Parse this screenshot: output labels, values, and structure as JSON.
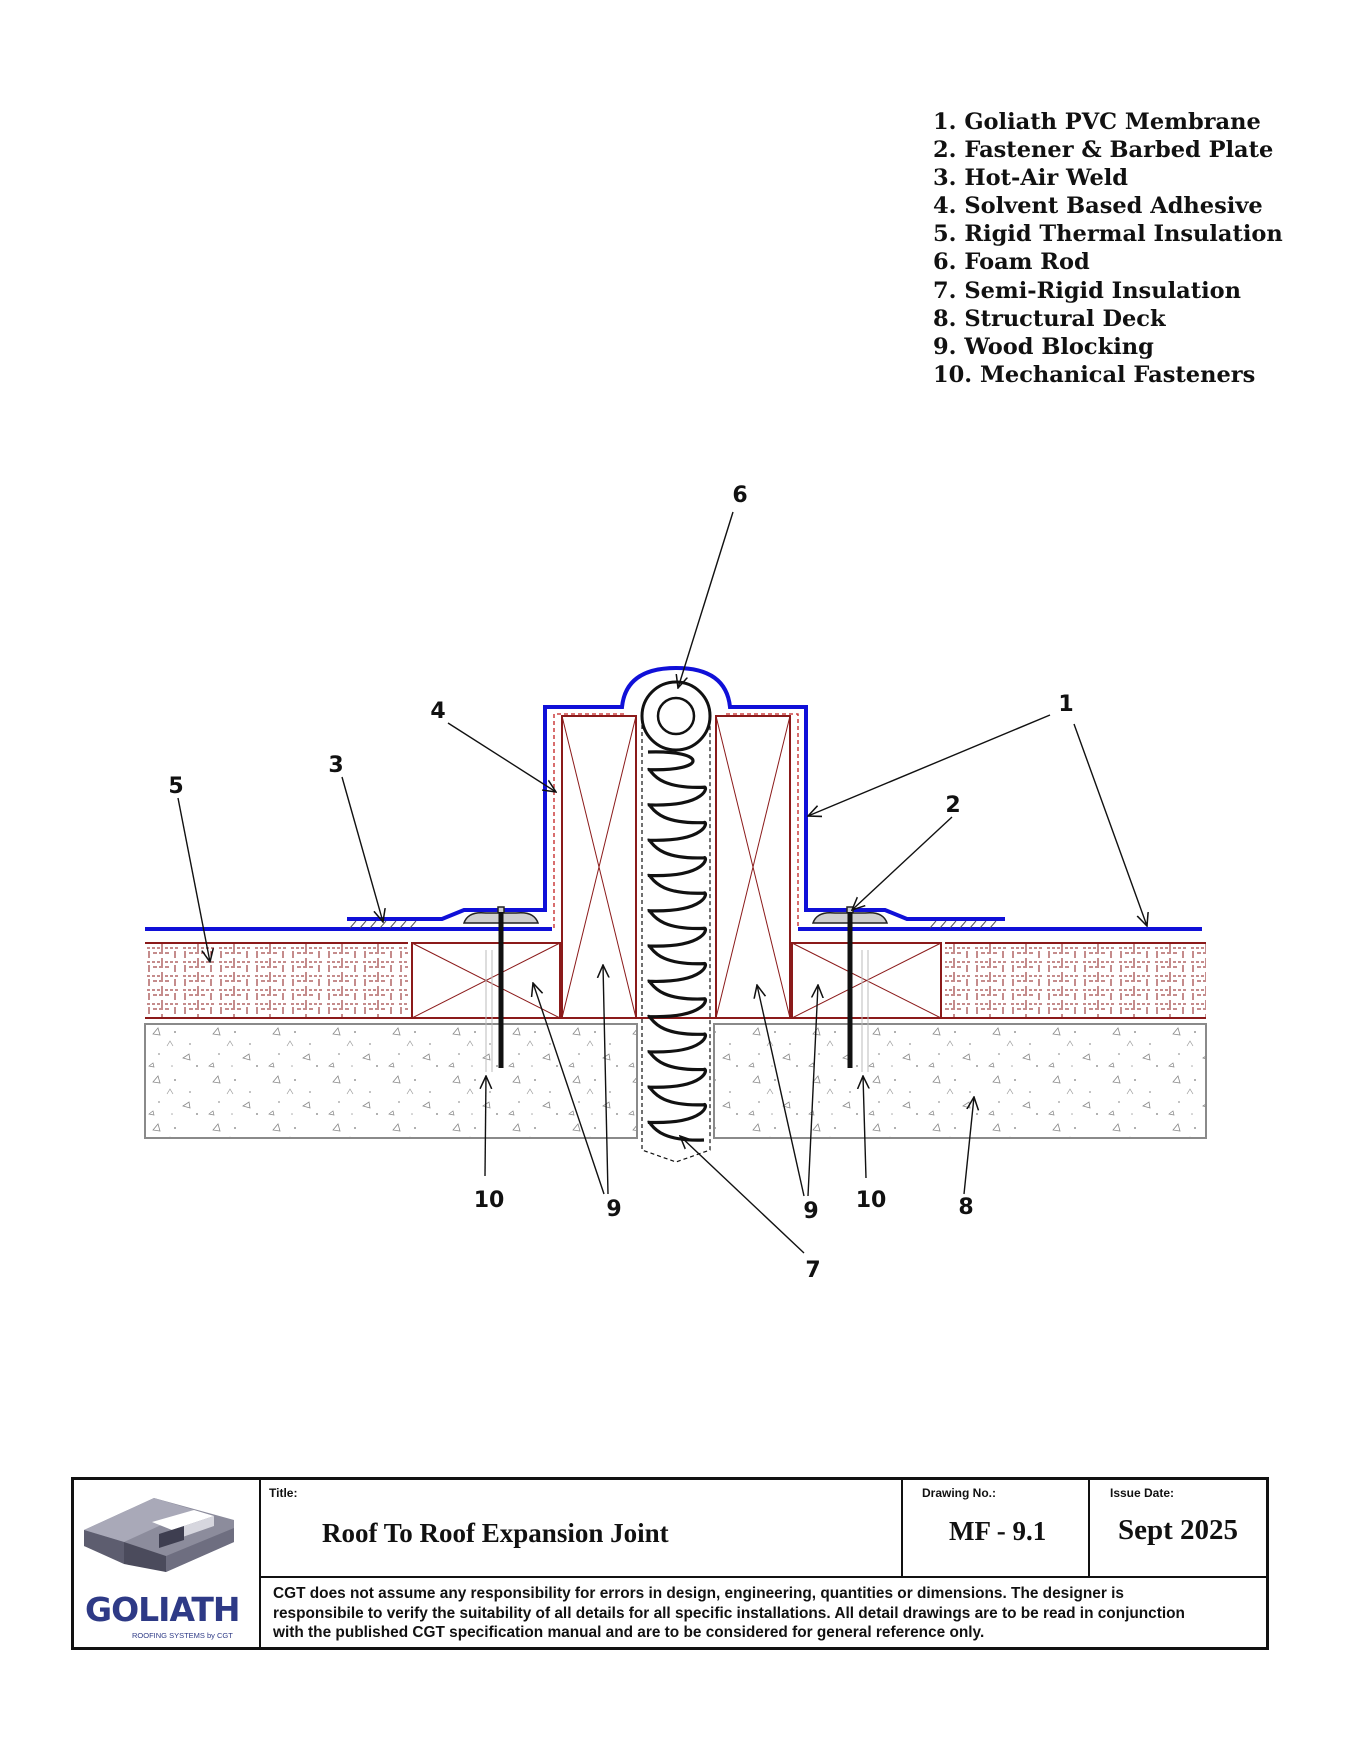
{
  "legend": [
    "1. Goliath PVC Membrane",
    "2. Fastener & Barbed Plate",
    "3. Hot-Air Weld",
    "4. Solvent Based Adhesive",
    "5. Rigid Thermal Insulation",
    "6. Foam Rod",
    "7. Semi-Rigid Insulation",
    "8. Structural Deck",
    "9. Wood Blocking",
    "10. Mechanical Fasteners"
  ],
  "callouts": {
    "c1": "1",
    "c2": "2",
    "c3": "3",
    "c4": "4",
    "c5": "5",
    "c6": "6",
    "c7": "7",
    "c8": "8",
    "c9a": "9",
    "c9b": "9",
    "c10a": "10",
    "c10b": "10"
  },
  "colors": {
    "membrane": "#1010d8",
    "wood_blocking": "#8b1a1a",
    "deck_outline": "#8a8a8a",
    "logo_blue": "#2e3a86",
    "logo_grey": "#6e6e80"
  },
  "title_block": {
    "title_label": "Title:",
    "title": "Roof To Roof Expansion Joint",
    "drawing_no_label": "Drawing No.:",
    "drawing_no": "MF - 9.1",
    "issue_date_label": "Issue Date:",
    "issue_date": "Sept 2025",
    "disclaimer": "CGT does not assume any responsibility for errors in design, engineering, quantities or dimensions. The designer is responsibile to verify the suitability of all details for all specific installations. All detail drawings are to be read in conjunction with the published CGT specification manual and are to be considered for general reference only."
  },
  "logo": {
    "name": "GOLIATH",
    "tagline": "ROOFING SYSTEMS by CGT"
  }
}
